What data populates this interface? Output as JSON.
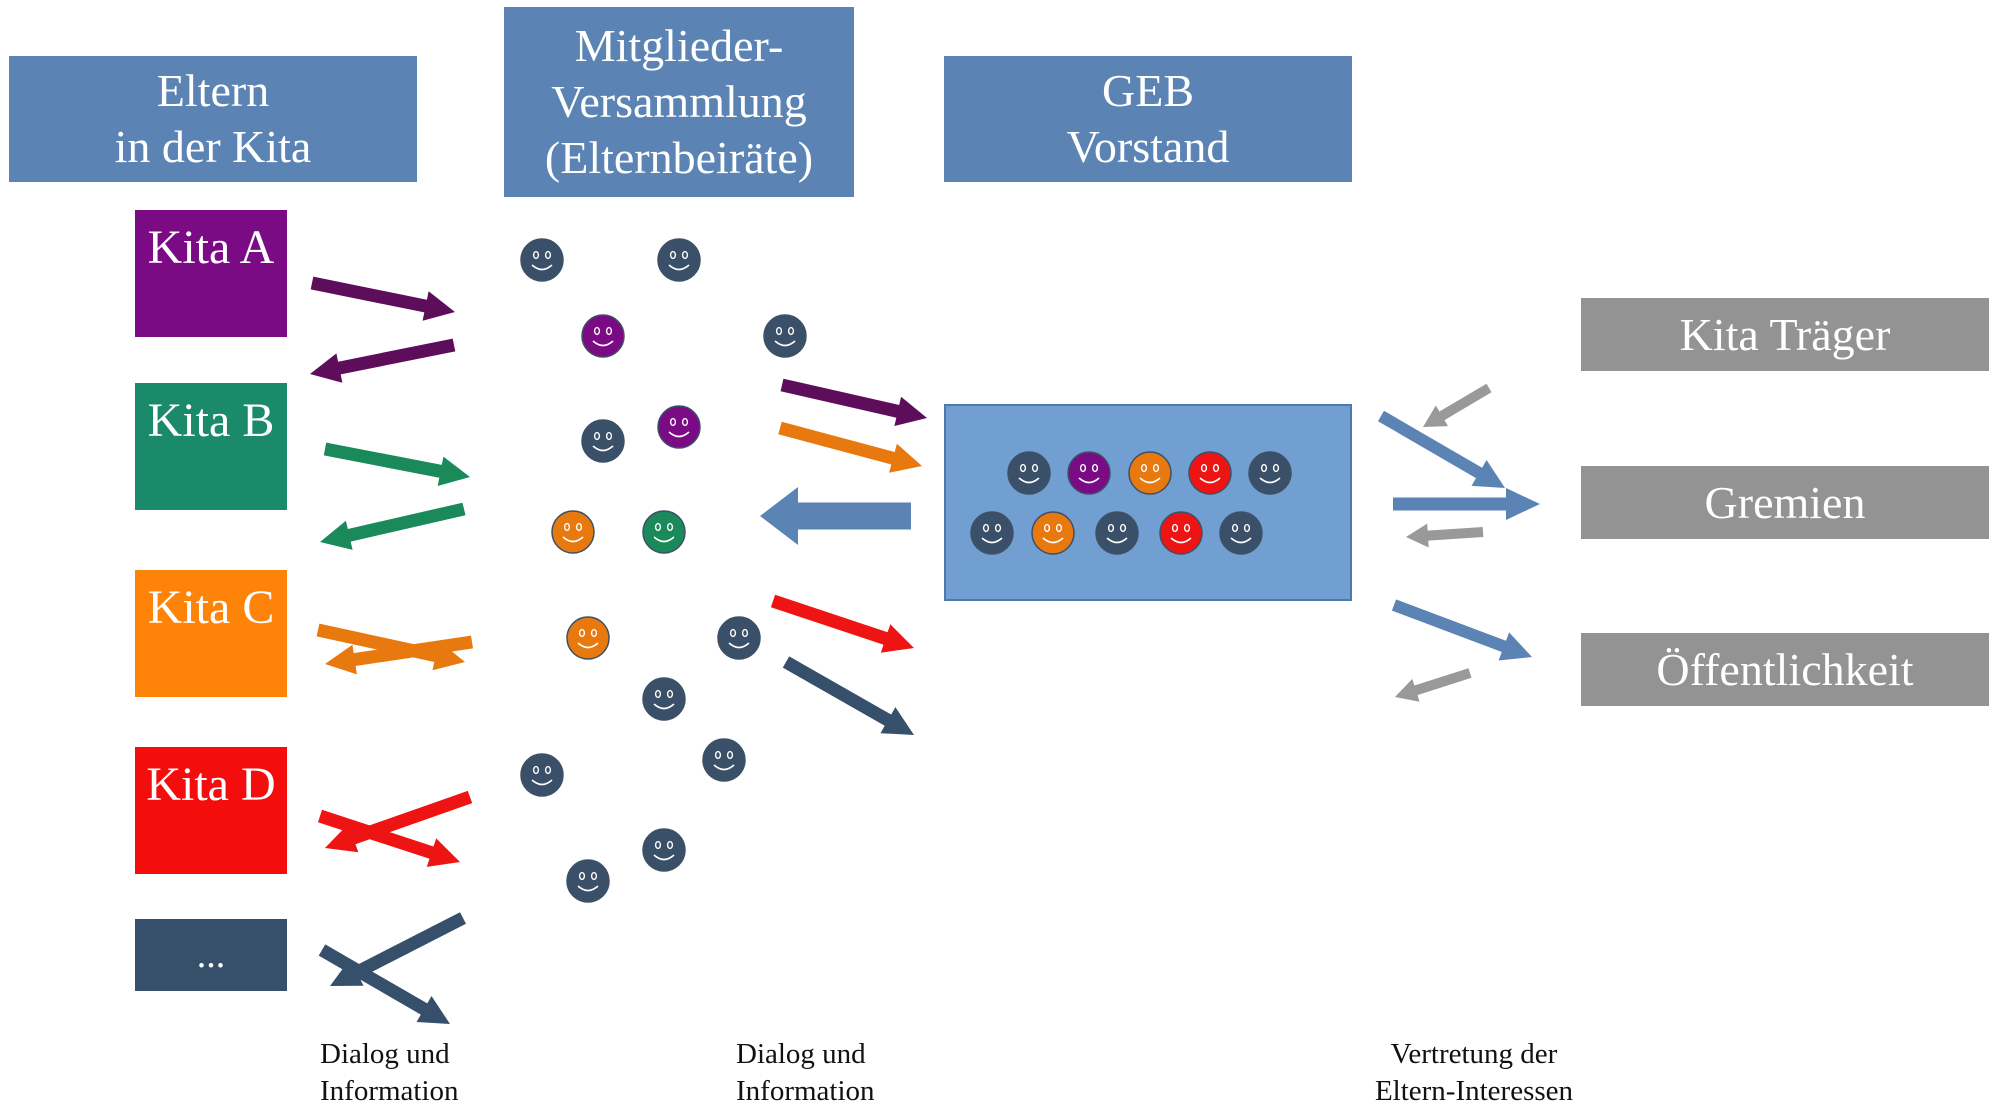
{
  "headers": {
    "eltern": [
      "Eltern",
      "in der Kita"
    ],
    "mitglieder": [
      "Mitglieder-",
      "Versammlung",
      "(Elternbeiräte)"
    ],
    "geb": [
      "GEB",
      "Vorstand"
    ]
  },
  "kitas": [
    {
      "label": "Kita A",
      "color": "#7b0a85"
    },
    {
      "label": "Kita B",
      "color": "#1a8a6a"
    },
    {
      "label": "Kita C",
      "color": "#fd8408"
    },
    {
      "label": "Kita D",
      "color": "#f40d0d"
    },
    {
      "label": "...",
      "color": "#36506c"
    }
  ],
  "targets": [
    "Kita Träger",
    "Gremien",
    "Öffentlichkeit"
  ],
  "captions": {
    "left": [
      "Dialog und",
      "Information"
    ],
    "middle": [
      "Dialog und",
      "Information"
    ],
    "right": [
      "Vertretung der",
      "Eltern-Interessen"
    ]
  },
  "colors": {
    "header_blue": "#5b84b4",
    "geb_box": "#729fd2",
    "target_gray": "#939393",
    "purple_arrow": "#5e0d5a",
    "green_arrow": "#1a8a5a",
    "orange_arrow": "#e8790f",
    "red_arrow": "#ee1414",
    "navy_arrow": "#36506c",
    "blue_arrow": "#5b84b4",
    "gray_arrow": "#999999"
  },
  "smiley_icon": "smiley-face-icon"
}
